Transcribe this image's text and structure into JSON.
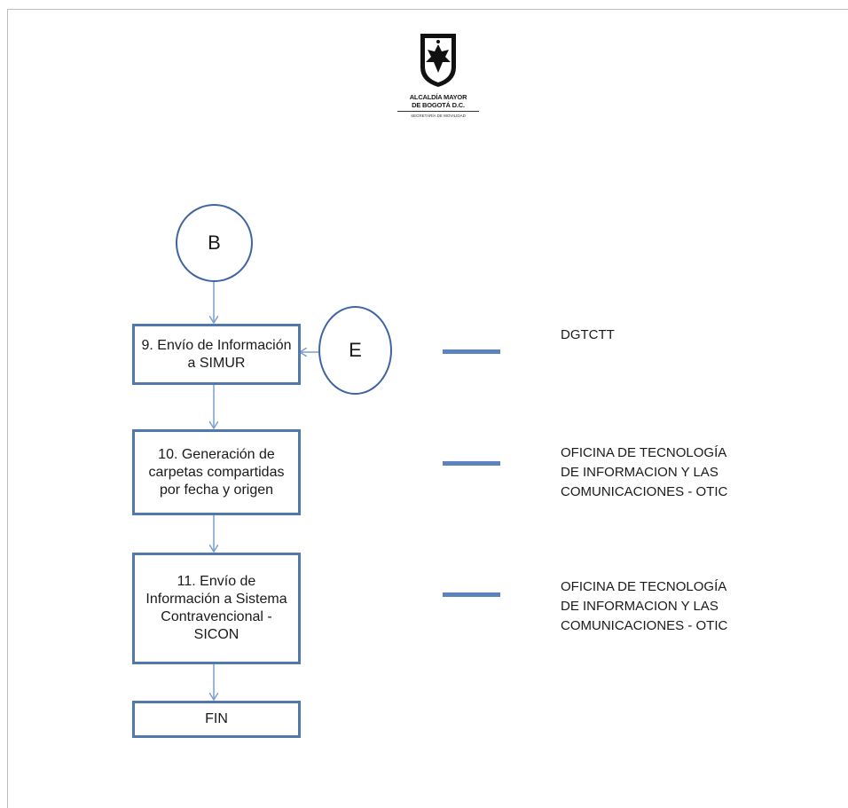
{
  "header": {
    "logo_line1": "ALCALDÍA MAYOR",
    "logo_line2": "DE BOGOTÁ D.C.",
    "logo_line3": "SECRETARÍA DE MOVILIDAD"
  },
  "connectors": {
    "top": "B",
    "side": "E"
  },
  "steps": [
    {
      "label": "9. Envío de Información\na SIMUR",
      "responsible": "DGTCTT"
    },
    {
      "label": "10. Generación de\ncarpetas compartidas\npor fecha y origen",
      "responsible": "OFICINA DE TECNOLOGÍA\nDE INFORMACION Y LAS\nCOMUNICACIONES - OTIC"
    },
    {
      "label": "11. Envío de\nInformación a Sistema\nContravencional -\nSICON",
      "responsible": "OFICINA DE TECNOLOGÍA\nDE INFORMACION Y LAS\nCOMUNICACIONES - OTIC"
    }
  ],
  "end": {
    "label": "FIN"
  },
  "colors": {
    "box_border": "#4f79ac",
    "arrow": "#7a9fd0",
    "dash": "#5b84bf",
    "circle_border": "#3e64a4"
  }
}
